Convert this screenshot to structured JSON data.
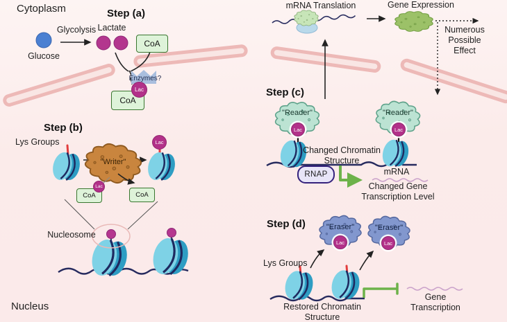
{
  "labels": {
    "cytoplasm": "Cytoplasm",
    "nucleus": "Nucleus",
    "nucleosome": "Nucleosome"
  },
  "badges": {
    "lac": "Lac",
    "coa": "CoA"
  },
  "step_a": {
    "title": "Step (a)",
    "glucose": "Glucose",
    "glycolysis": "Glycolysis",
    "lactate": "Lactate",
    "enzymes": "Enzymes?"
  },
  "step_b": {
    "title": "Step (b)",
    "lys_groups": "Lys Groups",
    "writer": "\"Writer\""
  },
  "step_c": {
    "title": "Step (c)",
    "reader": "\"Reader\"",
    "changed_chromatin": "Changed Chromatin\nStructure",
    "rnap": "RNAP",
    "mrna": "mRNA",
    "changed_gene": "Changed Gene\nTranscription Level"
  },
  "step_d": {
    "title": "Step (d)",
    "eraser": "\"Eraser\"",
    "lys_groups": "Lys Groups",
    "restored": "Restored Chromatin\nStructure",
    "gene_transcription": "Gene Transcription"
  },
  "top_flow": {
    "mrna_translation": "mRNA Translation",
    "gene_expression": "Gene Expression",
    "numerous": "Numerous\nPossible Effect"
  },
  "colors": {
    "background": "#fbebea",
    "membrane": "#edb9b7",
    "glucose": "#4b80d2",
    "lactate": "#b3368e",
    "lac_badge": "#b23189",
    "coa_fill": "#def3d9",
    "coa_border": "#39762f",
    "enzymes": "#a9bede",
    "writer": "#c9853e",
    "reader": "#bce3d3",
    "eraser": "#8297ce",
    "rnap_border": "#34217c",
    "green_arrow": "#6db24a",
    "dna": "#262a5e",
    "nucleosome": "#7ed2e6",
    "mrna_wave": "#cba3cb"
  }
}
